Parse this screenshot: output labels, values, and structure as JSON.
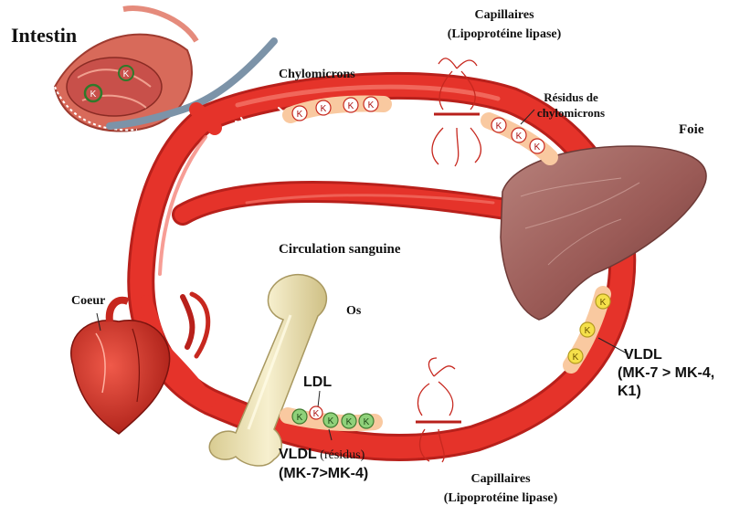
{
  "labels": {
    "intestin": "Intestin",
    "capillaires_top": "Capillaires",
    "lipase_top": "(Lipoprotéine lipase)",
    "chylomicrons": "Chylomicrons",
    "residus_line1": "Résidus de",
    "residus_line2": "chylomicrons",
    "foie": "Foie",
    "circulation": "Circulation sanguine",
    "coeur": "Coeur",
    "os": "Os",
    "ldl": "LDL",
    "vldl_line1": "VLDL",
    "vldl_line2": "(MK-7 > MK-4,",
    "vldl_line3": "K1)",
    "vldl_residus_prefix": "VLDL",
    "vldl_residus_suffix": " (résidus)",
    "vldl_residus_line2": "(MK-7>MK-4)",
    "capillaires_bottom": "Capillaires",
    "lipase_bottom": "(Lipoprotéine lipase)"
  },
  "vitamin_marker": "K",
  "colors": {
    "vessel": "#e5332a",
    "vessel_dark": "#b8201b",
    "vessel_light": "#f36a5e",
    "lipoprotein_band": "#f9c9a0",
    "k_white": "#ffffff",
    "k_yellow": "#f5e04a",
    "k_green": "#8fd17a",
    "liver": "#9a5a56",
    "bone": "#f1e7b8",
    "lymph": "#7c93a8"
  }
}
